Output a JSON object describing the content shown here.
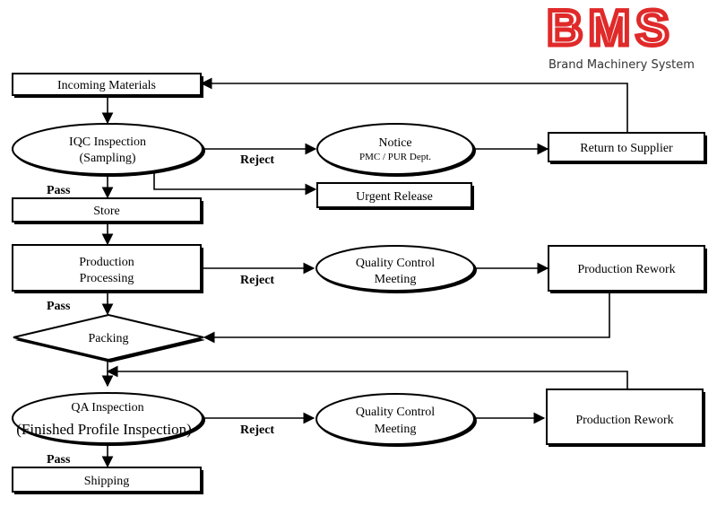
{
  "brand": {
    "logo": "BMS",
    "tagline": "Brand Machinery System",
    "logo_color": "#e02a2a"
  },
  "nodes": {
    "incoming": "Incoming Materials",
    "iqc_1": "IQC Inspection",
    "iqc_2": "(Sampling)",
    "notice_1": "Notice",
    "notice_2": "PMC / PUR Dept.",
    "return_supplier": "Return to Supplier",
    "urgent_release": "Urgent Release",
    "store": "Store",
    "production_1": "Production",
    "production_2": "Processing",
    "qc_meeting_1_a": "Quality Control",
    "qc_meeting_1_b": "Meeting",
    "rework_1": "Production Rework",
    "packing": "Packing",
    "qa_1": "QA Inspection",
    "qa_2": "(Finished Profile Inspection)",
    "qc_meeting_2_a": "Quality Control",
    "qc_meeting_2_b": "Meeting",
    "rework_2": "Production Rework",
    "shipping": "Shipping"
  },
  "labels": {
    "reject_1": "Reject",
    "reject_2": "Reject",
    "reject_3": "Reject",
    "pass_1": "Pass",
    "pass_2": "Pass",
    "pass_3": "Pass"
  }
}
